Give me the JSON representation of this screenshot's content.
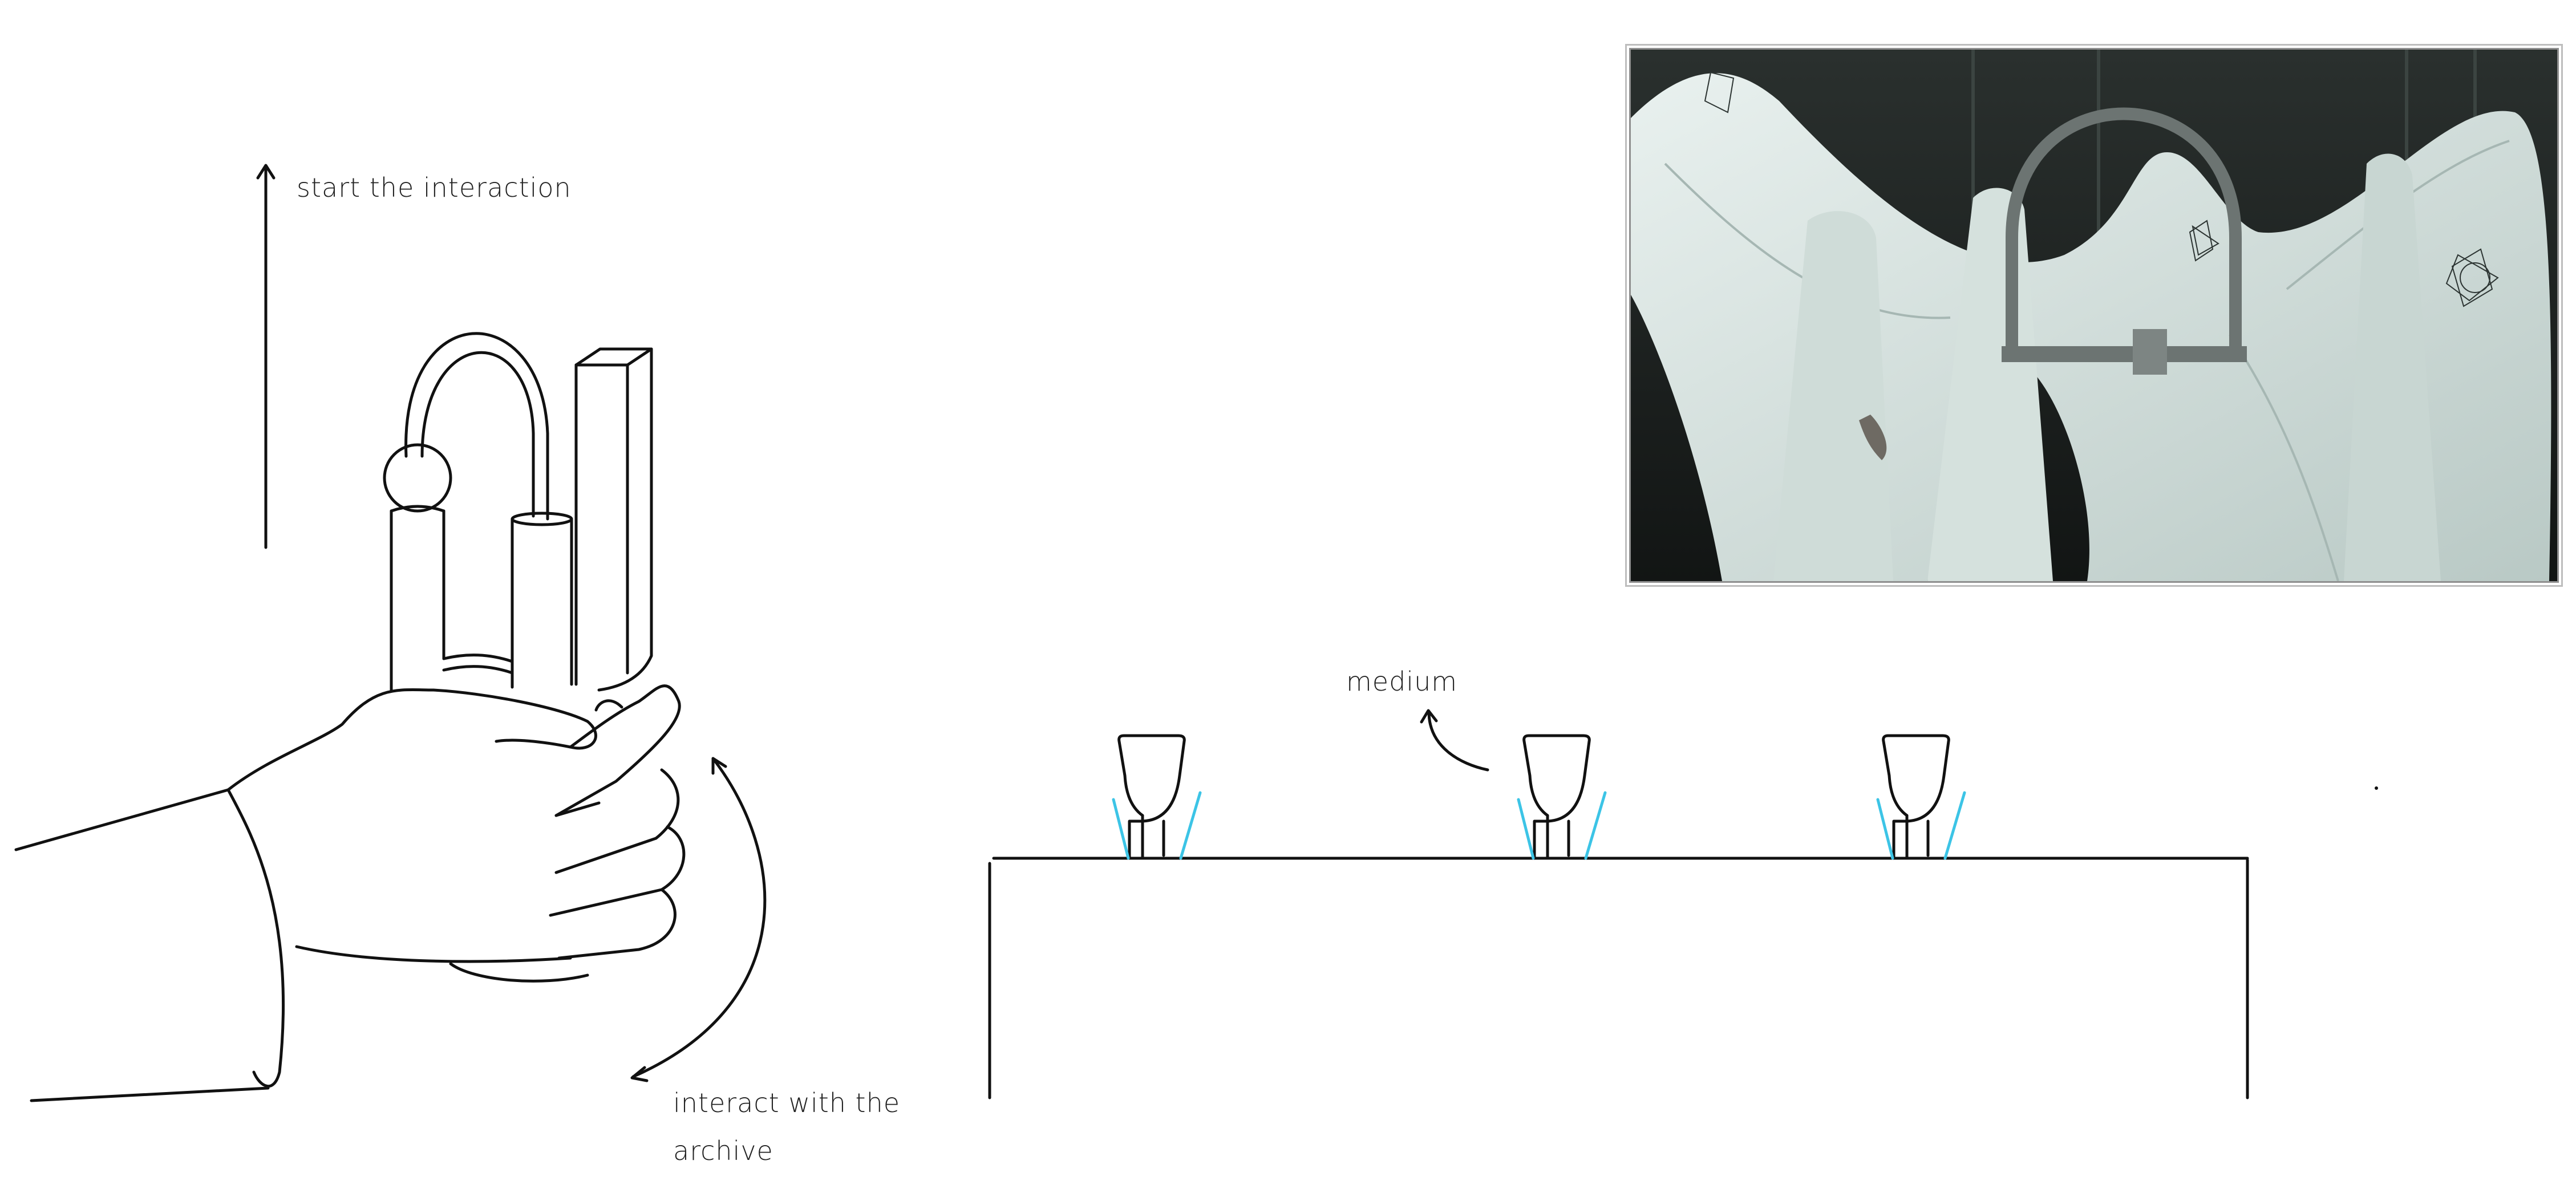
{
  "annotations": {
    "start": "start the interaction",
    "medium": "medium",
    "interact_line1": "interact with the",
    "interact_line2": "archive"
  },
  "colors": {
    "line": "#111111",
    "accent_cyan": "#3cc4e6",
    "photo_bg": "#1d2321",
    "cloth": "#dfe9e6"
  },
  "icons": {
    "arrow_up": "arrow-up-icon",
    "arrow_curved": "curved-arrow-icon",
    "arrow_medium": "medium-arrow-icon"
  }
}
